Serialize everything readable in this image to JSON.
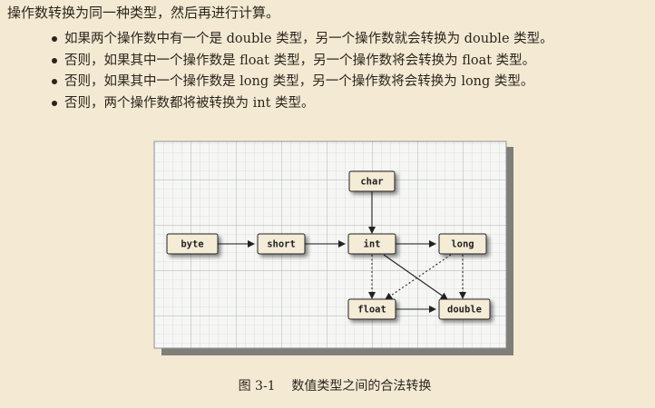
{
  "intro": "操作数转换为同一种类型，然后再进行计算。",
  "bullets": [
    "如果两个操作数中有一个是 double 类型，另一个操作数就会转换为 double 类型。",
    "否则，如果其中一个操作数是 float 类型，另一个操作数将会转换为 float 类型。",
    "否则，如果其中一个操作数是 long 类型，另一个操作数将会转换为 long 类型。",
    "否则，两个操作数都将被转换为 int 类型。"
  ],
  "diagram": {
    "nodes": {
      "char": "char",
      "byte": "byte",
      "short": "short",
      "int": "int",
      "long": "long",
      "float": "float",
      "double": "double"
    },
    "edges": [
      {
        "from": "byte",
        "to": "short",
        "style": "solid"
      },
      {
        "from": "short",
        "to": "int",
        "style": "solid"
      },
      {
        "from": "char",
        "to": "int",
        "style": "solid"
      },
      {
        "from": "int",
        "to": "long",
        "style": "solid"
      },
      {
        "from": "int",
        "to": "double",
        "style": "solid"
      },
      {
        "from": "float",
        "to": "double",
        "style": "solid"
      },
      {
        "from": "int",
        "to": "float",
        "style": "dotted"
      },
      {
        "from": "long",
        "to": "float",
        "style": "dotted"
      },
      {
        "from": "long",
        "to": "double",
        "style": "dotted"
      }
    ]
  },
  "caption": "图 3-1    数值类型之间的合法转换"
}
